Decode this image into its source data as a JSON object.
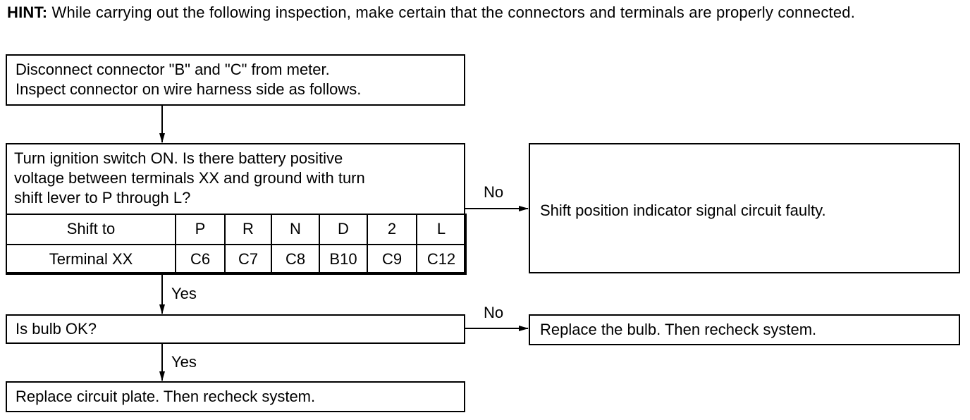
{
  "hint": {
    "prefix": "HINT:",
    "text": " While carrying out the following inspection, make certain that the connectors and terminals are properly connected."
  },
  "steps": {
    "disconnect": {
      "line1": "Disconnect connector \"B\" and \"C\" from meter.",
      "line2": "Inspect connector on wire harness side as follows."
    },
    "ignition": {
      "line1": "Turn ignition switch ON. Is there battery positive",
      "line2": "voltage between terminals XX and ground with turn",
      "line3": "shift lever to P through L?"
    },
    "bulb": "Is bulb OK?",
    "replace_plate": "Replace circuit plate. Then recheck system."
  },
  "table": {
    "row1_header": "Shift to",
    "row2_header": "Terminal XX",
    "shift": [
      "P",
      "R",
      "N",
      "D",
      "2",
      "L"
    ],
    "terminal": [
      "C6",
      "C7",
      "C8",
      "B10",
      "C9",
      "C12"
    ]
  },
  "outcomes": {
    "faulty": "Shift position indicator signal circuit faulty.",
    "replace_bulb": "Replace the bulb. Then recheck system."
  },
  "labels": {
    "yes": "Yes",
    "no": "No"
  }
}
